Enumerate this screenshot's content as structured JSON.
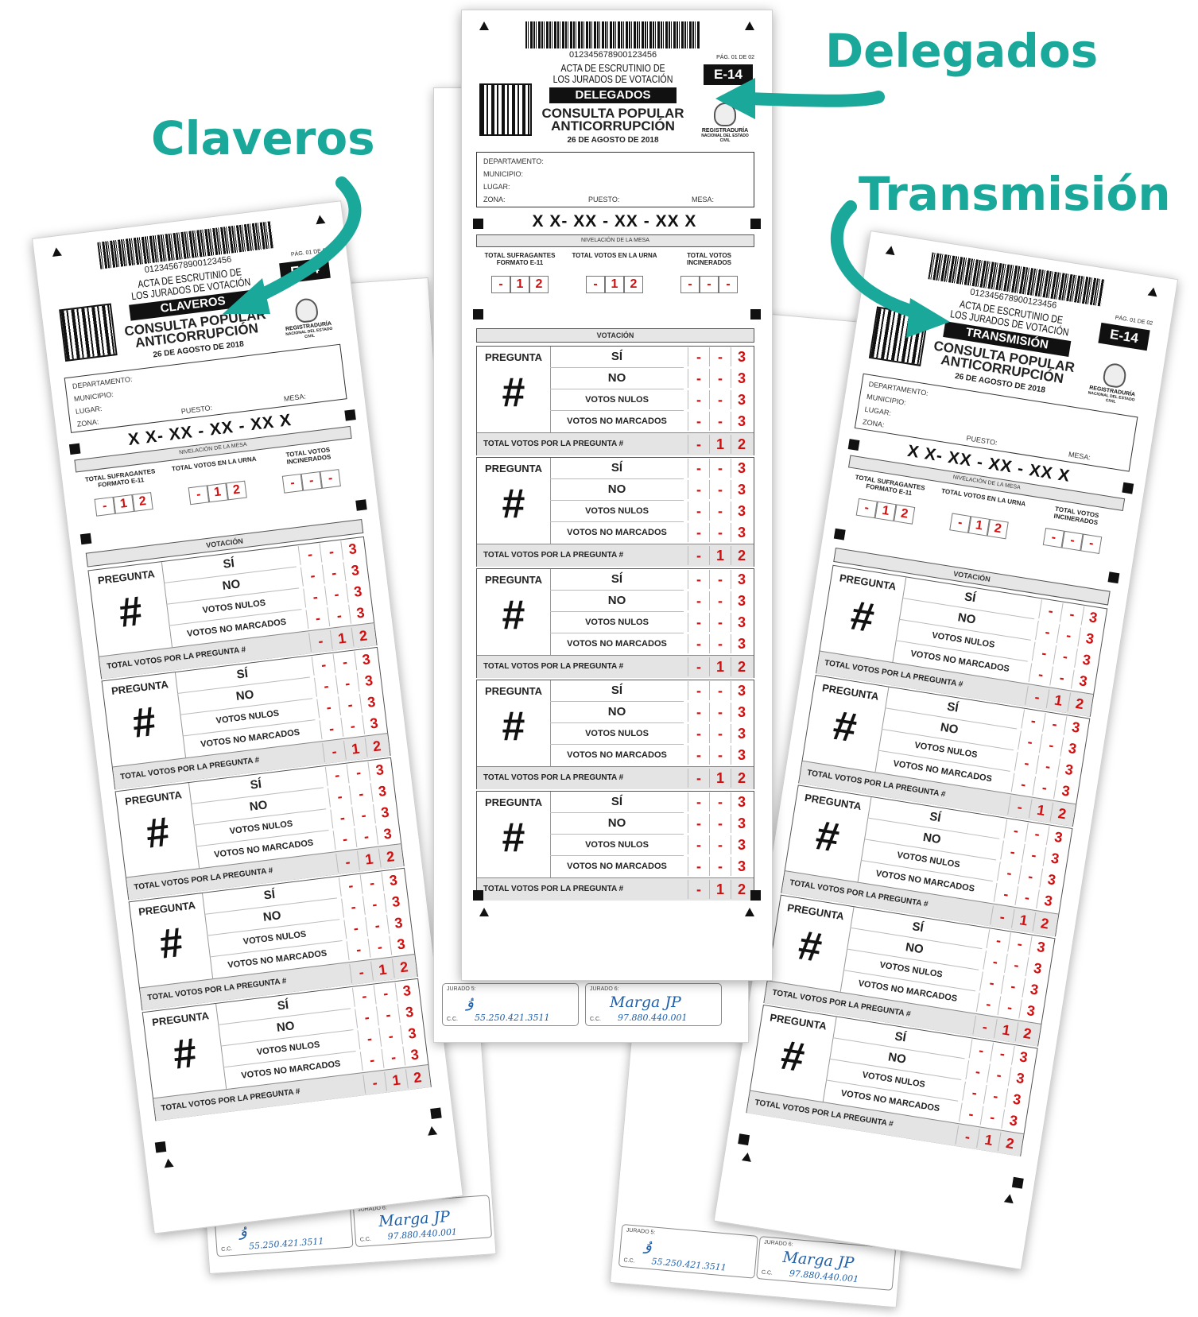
{
  "labels": {
    "left": "Claveros",
    "center": "Delegados",
    "right": "Transmisión"
  },
  "form": {
    "serial": "012345678900123456",
    "page": "PÁG. 01 DE 02",
    "acta_line1": "ACTA DE ESCRUTINIO DE",
    "acta_line2": "LOS JURADOS DE VOTACIÓN",
    "form_id": "E-14",
    "consulta_line1": "CONSULTA POPULAR",
    "consulta_line2": "ANTICORRUPCIÓN",
    "date": "26 DE AGOSTO DE 2018",
    "registraduria": "REGISTRADURÍA",
    "registraduria_sub": "NACIONAL DEL ESTADO CIVIL",
    "departamento": "DEPARTAMENTO:",
    "municipio": "MUNICIPIO:",
    "lugar": "LUGAR:",
    "zona": "ZONA:",
    "puesto": "PUESTO:",
    "mesa": "MESA:",
    "code": "X   X- XX - XX - XX   X",
    "nivelacion": "NIVELACIÓN DE LA MESA",
    "total_sufragantes": "TOTAL SUFRAGANTES FORMATO E-11",
    "total_urna": "TOTAL VOTOS EN LA URNA",
    "total_incinerados": "TOTAL VOTOS INCINERADOS",
    "votacion": "VOTACIÓN",
    "pregunta": "PREGUNTA",
    "hash": "#",
    "opt_si": "SÍ",
    "opt_no": "NO",
    "opt_nulos": "VOTOS NULOS",
    "opt_no_marcados": "VOTOS NO MARCADOS",
    "total_pregunta": "TOTAL VOTOS POR LA PREGUNTA #",
    "dash": "-",
    "one": "1",
    "two": "2",
    "three": "3",
    "jurado5": "JURADO 5:",
    "jurado6": "JURADO 6:",
    "cc": "C.C.",
    "sig5_num": "55.250.421.3511",
    "sig6_name": "Marga JP",
    "sig6_num": "97.880.440.001"
  },
  "copies": {
    "left": "CLAVEROS",
    "center": "DELEGADOS",
    "right": "TRANSMISIÓN"
  }
}
